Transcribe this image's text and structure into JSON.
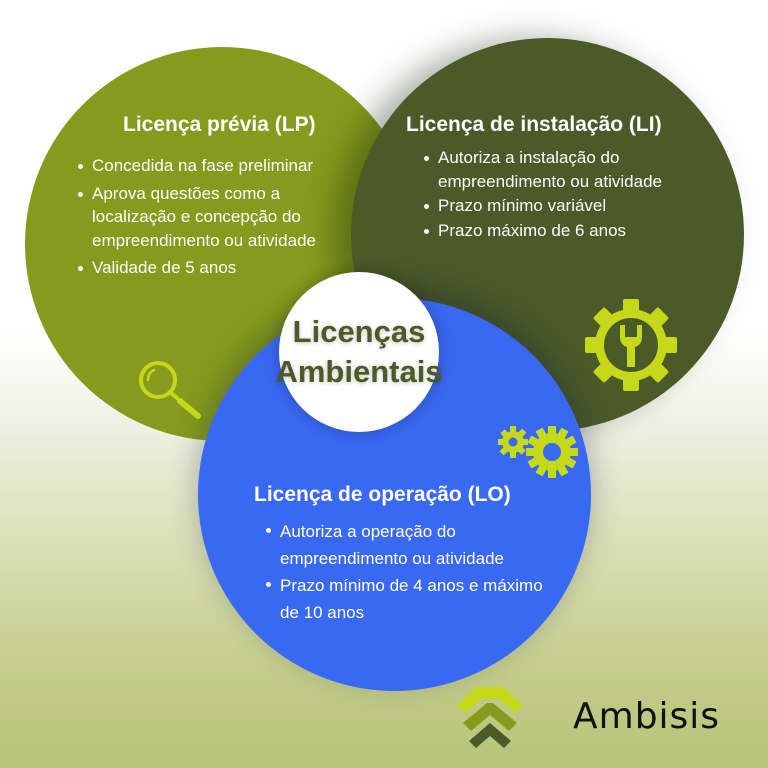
{
  "center": {
    "title_line1": "Licenças",
    "title_line2": "Ambientais"
  },
  "licenses": {
    "lp": {
      "title": "Licença prévia (LP)",
      "color": "#869b1d",
      "icon": "magnifying-glass-icon",
      "items": [
        "Concedida na fase preliminar",
        "Aprova questões como a localização e concepção do empreendimento ou atividade",
        "Validade de 5 anos"
      ]
    },
    "li": {
      "title": "Licença de instalação (LI)",
      "color": "#4a5a28",
      "icon": "gear-wrench-icon",
      "items": [
        "Autoriza a instalação do empreendimento ou atividade",
        "Prazo mínimo variável",
        "Prazo máximo de 6 anos"
      ]
    },
    "lo": {
      "title": "Licença de operação (LO)",
      "color": "#3968f2",
      "icon": "gears-icon",
      "items": [
        "Autoriza a operação do empreendimento ou atividade",
        "Prazo mínimo de 4 anos e máximo de 10 anos"
      ]
    }
  },
  "brand": {
    "name": "Ambisis",
    "accent": "#c6d81a",
    "logo_colors": [
      "#c6d81a",
      "#869b1d",
      "#4a5a28"
    ]
  }
}
